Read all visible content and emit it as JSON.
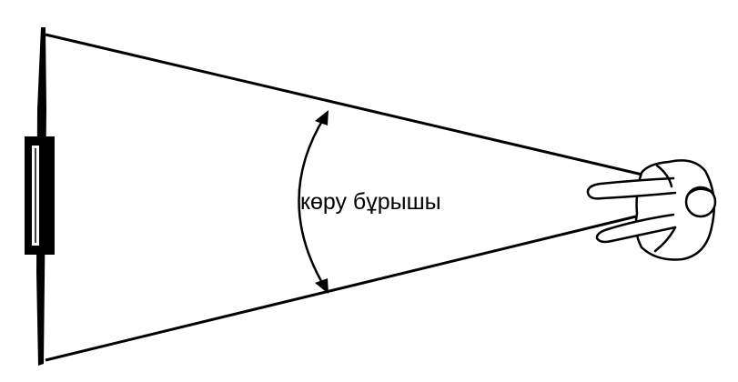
{
  "diagram": {
    "angle_label": "көру бұрышы",
    "colors": {
      "ink": "#000000",
      "background": "#ffffff"
    },
    "elements": {
      "screen": "screen-panel",
      "viewer": "viewer-person-icon",
      "angle_arc": "double-headed-arc-arrow"
    }
  }
}
